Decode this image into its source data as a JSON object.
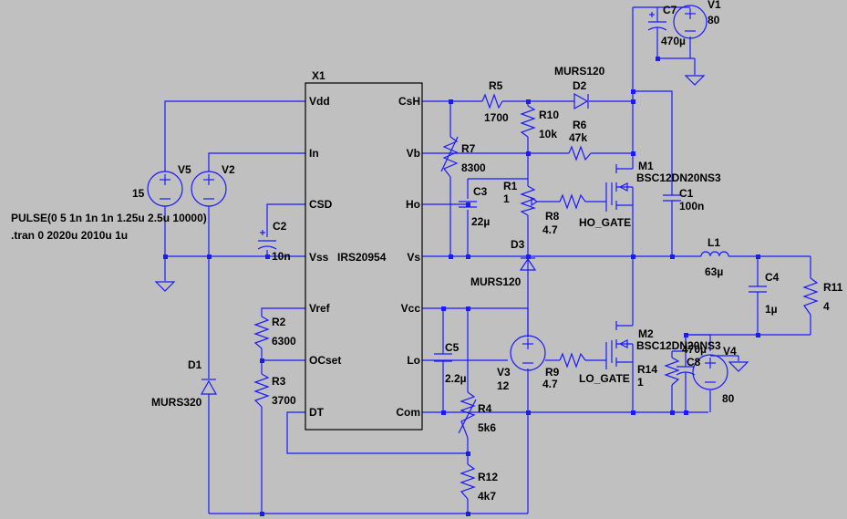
{
  "chip": {
    "ref": "X1",
    "part": "IRS20954",
    "pins": {
      "vdd": "Vdd",
      "in": "In",
      "csd": "CSD",
      "vss": "Vss",
      "vref": "Vref",
      "ocset": "OCset",
      "dt": "DT",
      "csh": "CsH",
      "vb": "Vb",
      "ho": "Ho",
      "vs": "Vs",
      "vcc": "Vcc",
      "lo": "Lo",
      "com": "Com"
    }
  },
  "c7": {
    "ref": "C7",
    "val": "470µ"
  },
  "v1": {
    "ref": "V1",
    "val": "80"
  },
  "d2": {
    "ref": "D2",
    "val": "MURS120"
  },
  "r5": {
    "ref": "R5",
    "val": "1700"
  },
  "r10": {
    "ref": "R10",
    "val": "10k"
  },
  "r6": {
    "ref": "R6",
    "val": "47k"
  },
  "r7": {
    "ref": "R7",
    "val": "8300"
  },
  "c3": {
    "ref": "C3",
    "val": "22µ"
  },
  "r1": {
    "ref": "R1",
    "val": "1"
  },
  "r8": {
    "ref": "R8",
    "val": "4.7"
  },
  "m1": {
    "ref": "M1",
    "val": "BSC12DN20NS3",
    "net": "HO_GATE"
  },
  "c1": {
    "ref": "C1",
    "val": "100n"
  },
  "d3": {
    "ref": "D3",
    "val": "MURS120"
  },
  "l1": {
    "ref": "L1",
    "val": "63µ"
  },
  "c4": {
    "ref": "C4",
    "val": "1µ"
  },
  "r11": {
    "ref": "R11",
    "val": "4"
  },
  "v5": {
    "ref": "V5",
    "val": "15"
  },
  "v2": {
    "ref": "V2"
  },
  "c2": {
    "ref": "C2",
    "val": "10n"
  },
  "pulse": "PULSE(0 5 1n 1n 1n 1.25u 2.5u 10000)",
  "tran": ".tran 0 2020u 2010u 1u",
  "r2": {
    "ref": "R2",
    "val": "6300"
  },
  "r3": {
    "ref": "R3",
    "val": "3700"
  },
  "d1": {
    "ref": "D1",
    "val": "MURS320"
  },
  "c5": {
    "ref": "C5",
    "val": "2.2µ"
  },
  "v3": {
    "ref": "V3",
    "val": "12"
  },
  "r9": {
    "ref": "R9",
    "val": "4.7"
  },
  "m2": {
    "ref": "M2",
    "val": "BSC12DN20NS3",
    "net": "LO_GATE"
  },
  "r14": {
    "ref": "R14",
    "val": "1"
  },
  "c8": {
    "ref": "C8",
    "val": "470µ"
  },
  "v4": {
    "ref": "V4",
    "val": "80"
  },
  "r4": {
    "ref": "R4",
    "val": "5k6"
  },
  "r12": {
    "ref": "R12",
    "val": "4k7"
  }
}
